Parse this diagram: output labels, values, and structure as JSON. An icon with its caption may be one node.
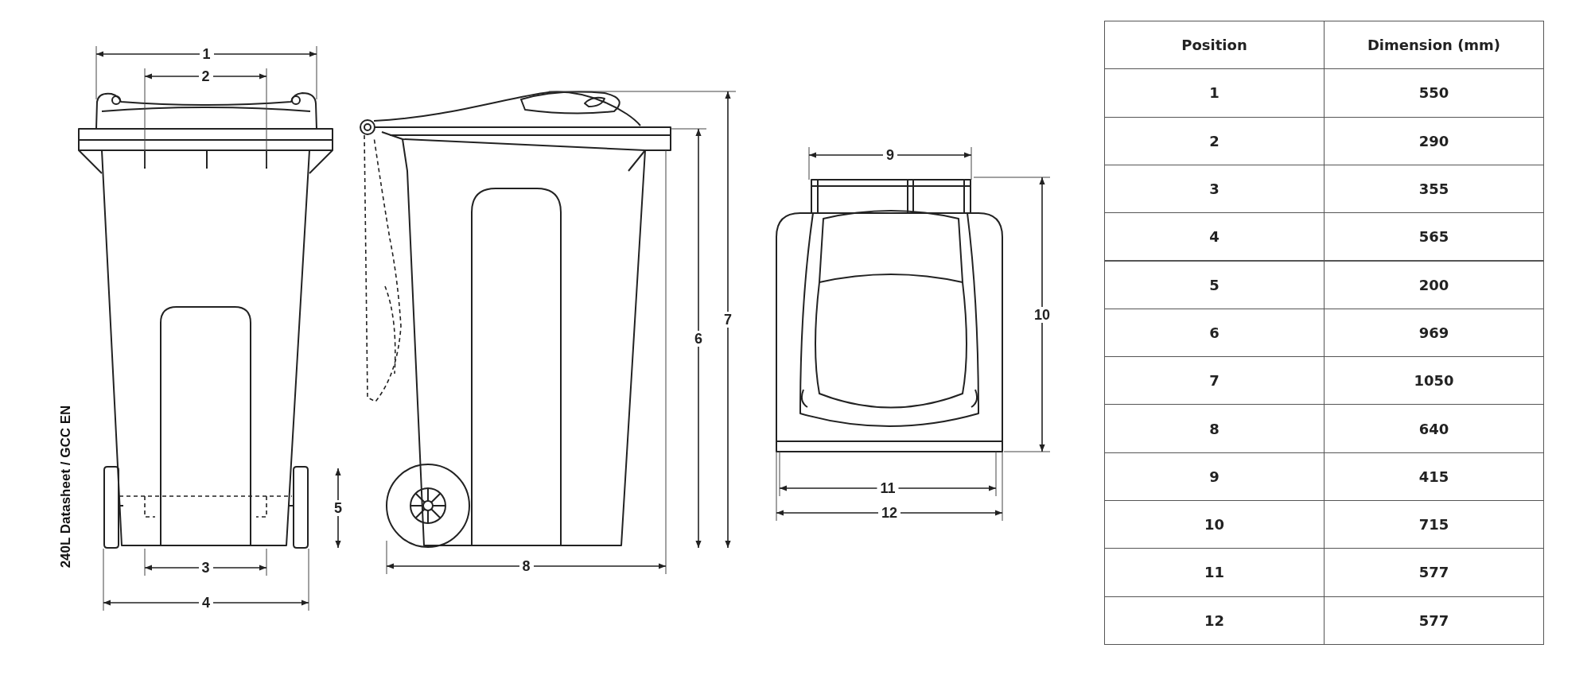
{
  "diagram": {
    "labels": [
      "240L Datasheet / GCC EN",
      "1",
      "2",
      "3",
      "4",
      "5",
      "6",
      "7",
      "8",
      "9",
      "10",
      "11",
      "12",
      "Position",
      "Dimension (mm)",
      "1",
      "550",
      "2",
      "290",
      "3",
      "355",
      "4",
      "565",
      "5",
      "200",
      "6",
      "969",
      "7",
      "1050",
      "8",
      "640",
      "9",
      "415",
      "10",
      "715",
      "11",
      "577",
      "12",
      "577"
    ]
  }
}
